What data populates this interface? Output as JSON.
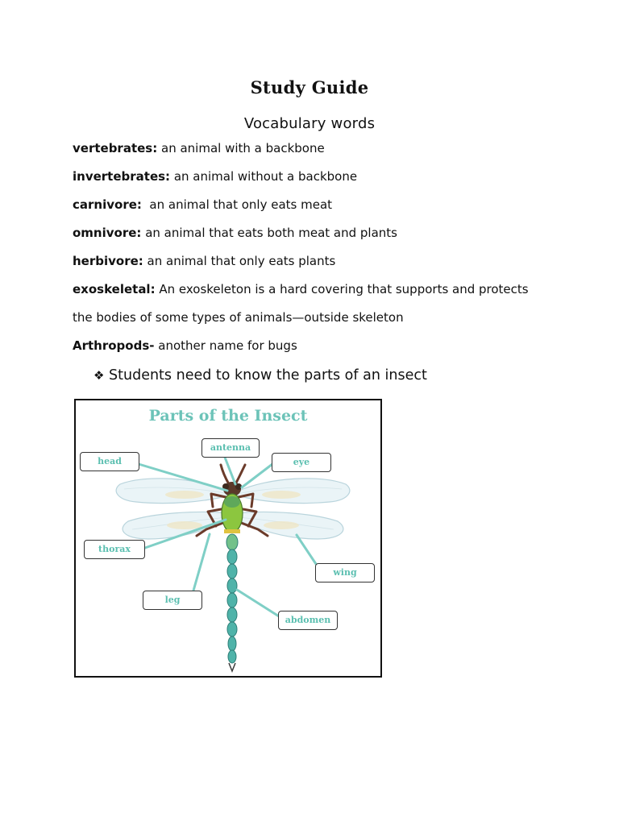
{
  "title": "Study Guide",
  "subtitle": "Vocabulary words",
  "vocab": [
    {
      "term": "vertebrates:",
      "definition": " an animal with a backbone"
    },
    {
      "term": "invertebrates:",
      "definition": " an animal without a backbone"
    },
    {
      "term": "carnivore:",
      "definition": "  an animal that only eats meat"
    },
    {
      "term": "omnivore:",
      "definition": " an animal that eats both meat and plants"
    },
    {
      "term": "herbivore:",
      "definition": " an animal that only eats plants"
    },
    {
      "term": "exoskeletal:",
      "definition": " An exoskeleton is a hard covering that supports and protects"
    }
  ],
  "vocab_continuation": "the bodies of some types of animals—outside skeleton",
  "arthropods": {
    "term": "Arthropods-",
    "definition": " another name for bugs"
  },
  "bullet": {
    "symbol": "❖",
    "text": "Students need to know the parts of an insect"
  },
  "diagram": {
    "title": "Parts of the Insect",
    "labels": {
      "antenna": "antenna",
      "head": "head",
      "eye": "eye",
      "thorax": "thorax",
      "wing": "wing",
      "leg": "leg",
      "abdomen": "abdomen"
    },
    "colors": {
      "label_text": "#5bbfb0",
      "leader_line": "#7fcfc6",
      "body_green": "#8cc63f",
      "abdomen_teal": "#4fb3a9",
      "wing_tint": "#e6f2f6"
    }
  }
}
